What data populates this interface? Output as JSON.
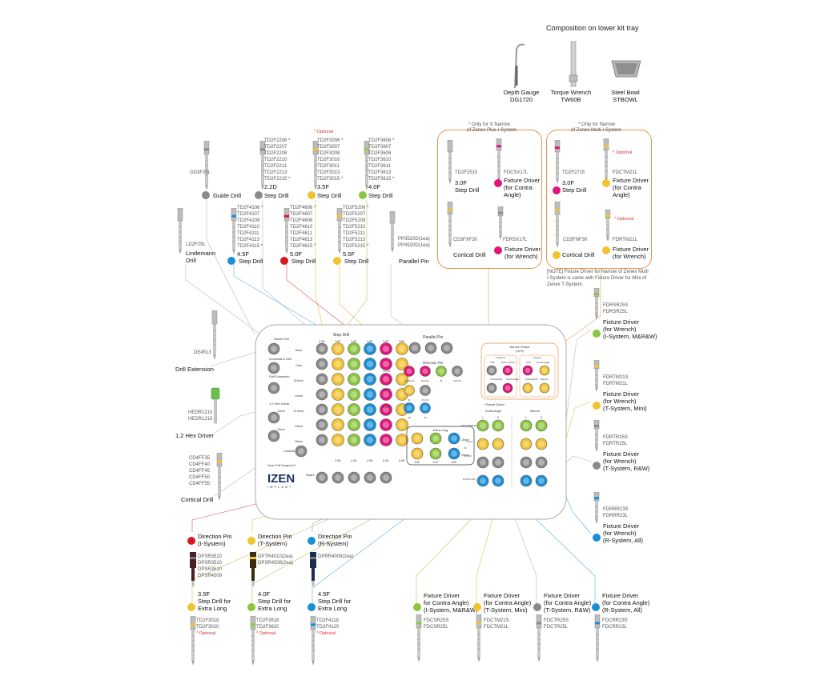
{
  "header": {
    "lower_tray_title": "Composition on lower kit tray"
  },
  "lower_tray": [
    {
      "name": "Depth Gauge",
      "code": "DG1720"
    },
    {
      "name": "Torque Wrench",
      "code": "TW60B"
    },
    {
      "name": "Steel Bowl",
      "code": "STBOWL"
    }
  ],
  "notes": {
    "x_narrow_title": "* Only for X Narrow",
    "x_narrow_sub": "of Zenex Plus I-System",
    "narrow_title": "* Only for Narrow",
    "narrow_sub": "of Zenex Multi I-System",
    "optional": "* Optional",
    "footnote_1": "[NOTE] Fixture Driver for Narrow of Zenex Multi",
    "footnote_2": "I-System is same with Fixture Driver for Mini of",
    "footnote_3": "Zenex T-System."
  },
  "colors": {
    "gray": "#8a8a8a",
    "yellow": "#f2c230",
    "green": "#8cc63f",
    "pink": "#e0147a",
    "red": "#d71920",
    "blue": "#1a8fd8",
    "orange": "#e8944a"
  },
  "drills_top": [
    {
      "code": "GD3F20L",
      "label": "Guide Drill",
      "color": "gray"
    },
    {
      "code": "2.2D",
      "label": "Step Drill",
      "color": "gray",
      "codes": [
        "TD2F2206 *",
        "TD2F2207",
        "TD2F2208",
        "TD2F2210",
        "TD2F2211",
        "TD2F2213",
        "TD2F2215 *"
      ]
    },
    {
      "code": "3.5F",
      "label": "Step Drill",
      "color": "yellow",
      "codes": [
        "TD2F3006 *",
        "TD2F3007",
        "TD2F3008",
        "TD2F3010",
        "TD2F3011",
        "TD2F3013",
        "TD2F3015 *"
      ]
    },
    {
      "code": "4.0F",
      "label": "Step Drill",
      "color": "green",
      "codes": [
        "TD2F3606 *",
        "TD2F3607",
        "TD2F3608",
        "TD2F3610",
        "TD2F3611",
        "TD2F3613",
        "TD2F3615 *"
      ]
    }
  ],
  "drills_mid": [
    {
      "code": "LD2F29L",
      "label1": "Lindemann",
      "label2": "Drill"
    },
    {
      "code": "4.5F",
      "label": "Step Drill",
      "color": "blue",
      "codes": [
        "TD2F4106 *",
        "TD2F4107",
        "TD2F4108",
        "TD2F4110",
        "TD2F4111",
        "TD2F4113",
        "TD2F4115 *"
      ]
    },
    {
      "code": "5.0F",
      "label": "Step Drill",
      "color": "red",
      "codes": [
        "TD2F4606 *",
        "TD2F4607",
        "TD2F4608",
        "TD2F4610",
        "TD2F4611",
        "TD2F4613",
        "TD2F4615 *"
      ]
    },
    {
      "code": "5.5F",
      "label": "Step Drill",
      "color": "yellow",
      "codes": [
        "TD2F5206 *",
        "TD2F5207",
        "TD2F5208",
        "TD2F5210",
        "TD2F5211",
        "TD2F5213",
        "TD2F5215 *"
      ]
    },
    {
      "label": "Parallel Pin",
      "codes": [
        "PP3520D(1ea)",
        "PP4520D(1ea)"
      ]
    }
  ],
  "x_narrow": [
    {
      "code": "TD2F2515",
      "size": "3.0F",
      "label": "Step Drill",
      "color": "gray"
    },
    {
      "code": "FDCSX17L",
      "label": [
        "Fixture Driver",
        "(for Contra",
        "Angle)"
      ],
      "color": "pink"
    },
    {
      "code": "CD3FXF30",
      "label": [
        "Cortical Drill"
      ],
      "color": "gray"
    },
    {
      "code": "FDRSX17L",
      "label": [
        "Fixture Driver",
        "(for Wrench)"
      ],
      "color": "pink"
    }
  ],
  "narrow": [
    {
      "code": "TD2F2715",
      "size": "3.0F",
      "label": "Step Drill",
      "color": "pink"
    },
    {
      "code": "FDCTM21L",
      "label": [
        "Fixture Driver",
        "(for Contra",
        "Angle)"
      ],
      "color": "yellow"
    },
    {
      "code": "CD3FNF30",
      "label": [
        "Cortical Drill"
      ],
      "color": "yellow"
    },
    {
      "code": "FDRTM21L",
      "label": [
        "Fixture Driver",
        "(for Wrench)"
      ],
      "color": "yellow"
    }
  ],
  "left_side": [
    {
      "code": "DE4513",
      "label": "Drill Extension"
    },
    {
      "codes": [
        "HEDR1210",
        "HEDR1215"
      ],
      "label": "1.2 Hex Driver"
    },
    {
      "codes": [
        "CD4FF35",
        "CD4FF40",
        "CD4FF45",
        "CD4FF50",
        "CD4FF55"
      ],
      "label": "Cortical Drill"
    }
  ],
  "right_side": [
    {
      "codes": [
        "FDRSR25S",
        "FDRSR25L"
      ],
      "label": [
        "Fixture Driver",
        "(for Wrench)",
        "(I-System, M&R&W)"
      ],
      "color": "green"
    },
    {
      "codes": [
        "FDRTM21S",
        "FDRTM21L"
      ],
      "label": [
        "Fixture Driver",
        "(for Wrench)",
        "(T-System, Mini)"
      ],
      "color": "yellow"
    },
    {
      "codes": [
        "FDRTR25S",
        "FDRTR25L"
      ],
      "label": [
        "Fixture Driver",
        "(for Wrench)",
        "(T-System, R&W)"
      ],
      "color": "gray"
    },
    {
      "codes": [
        "FDRRR23S",
        "FDRRR23L"
      ],
      "label": [
        "Fixture Driver",
        "(for Wrench)",
        "(R-System, All)"
      ],
      "color": "blue"
    }
  ],
  "direction_pins": [
    {
      "label": [
        "Direction Pin",
        "(I-System)"
      ],
      "color": "red",
      "codes": [
        "DPSR3510",
        "DPSR3510",
        "DPSR3510",
        "DPSR4509"
      ]
    },
    {
      "label": [
        "Direction Pin",
        "(T-System)"
      ],
      "color": "yellow",
      "codes": [
        "DPTR4010(2ea)",
        "DPSR4508(2ea)"
      ]
    },
    {
      "label": [
        "Direction Pin",
        "(R-System)"
      ],
      "color": "blue",
      "codes": [
        "DPRR4009(2ea)"
      ]
    }
  ],
  "extra_long": [
    {
      "size": "3.5F",
      "label": [
        "Step Drill for",
        "Extra Long"
      ],
      "color": "yellow",
      "codes": [
        "TD2F3018",
        "TD2F3020"
      ],
      "note": "* Optional"
    },
    {
      "size": "4.0F",
      "label": [
        "Step Drill for",
        "Extra Long"
      ],
      "color": "green",
      "codes": [
        "TD2F3618",
        "TD2F3620"
      ],
      "note": "* Optional"
    },
    {
      "size": "4.5F",
      "label": [
        "Step Drill for",
        "Extra Long"
      ],
      "color": "blue",
      "codes": [
        "TD2F4118",
        "TD2F4120"
      ],
      "note": "* Optional"
    }
  ],
  "contra_drivers": [
    {
      "label": [
        "Fixture Driver",
        "for Contra Angle)",
        "(I-System, M&R&W)"
      ],
      "color": "green",
      "codes": [
        "FDCSR25S",
        "FDCSR25L"
      ]
    },
    {
      "label": [
        "Fixture Driver",
        "(for Contra Angle)",
        "(T-System, Mini)"
      ],
      "color": "yellow",
      "codes": [
        "FDCTM21S",
        "FDCTM21L"
      ]
    },
    {
      "label": [
        "Fixture Driver",
        "(for Contra Angle)",
        "(T-System, R&W)"
      ],
      "color": "gray",
      "codes": [
        "FDCTR25S",
        "FDCTR25L"
      ]
    },
    {
      "label": [
        "Fixture Driver",
        "(for Contra Angle)",
        "(R-System, All)"
      ],
      "color": "blue",
      "codes": [
        "FDCRR23S",
        "FDCRR23L"
      ]
    }
  ],
  "tray": {
    "brand_sub": "Zenex Full Surgery Kit",
    "brand": "IZEN",
    "brand_implant": "IMPLANT",
    "guide_drill": "Guide Drill",
    "lindemann": "Lindemann Drill",
    "drill_ext": "Drill Extension",
    "hex": "1.2 Hex Driver",
    "hex_sizes": [
      "10mm",
      "15mm"
    ],
    "cortical": "Cortical Drill",
    "spare": "Spare",
    "step_drill": "Step Drill",
    "lengths": [
      "8mm",
      "7mm",
      "8.5mm",
      "10mm",
      "11.5mm",
      "13mm",
      "15mm"
    ],
    "col_head": [
      "2.2D",
      "3.5F",
      "4.0F",
      "4.5F",
      "5.0F",
      "5.5F"
    ],
    "col_foot": [
      "3.5D",
      "4.0D",
      "4.5D",
      "5.0D",
      "5.5D"
    ],
    "parallel": "Parallel Pin",
    "direction": "Direction Pin",
    "sys": [
      "I-SYS",
      "T-SYS",
      "R-SYS"
    ],
    "dir_i": [
      "X-Narrow",
      "Narrow",
      "M",
      "R & W"
    ],
    "dir_t": [
      "M",
      "R & W"
    ],
    "dir_r": [
      "All"
    ],
    "extra_long": "Extra Long",
    "xl_sizes": [
      "18mm",
      "20mm"
    ],
    "xl_foot": [
      "3.5F",
      "4.0F",
      "4.5F"
    ],
    "narrow_fixture": "Narrow Fixture",
    "narrow_fixture_sub": "(I-SYS)",
    "x_narrow": "X-Narrow",
    "narrow": "Narrow",
    "nf_labels": [
      "3.0F",
      "Fixture Driver",
      "Contra Angle",
      "Cortical Drill",
      "Wrench"
    ],
    "fixture_driver": "Fixture Driver",
    "contra_angle": "Contra Angle",
    "wrench": "Wrench",
    "fd_sys": [
      "I-SYS (M&R&W)",
      "T-SYS",
      "R-SYS (All)"
    ],
    "fd_tsys": [
      "M",
      "R & W"
    ],
    "fd_len": [
      "L",
      "S"
    ]
  }
}
